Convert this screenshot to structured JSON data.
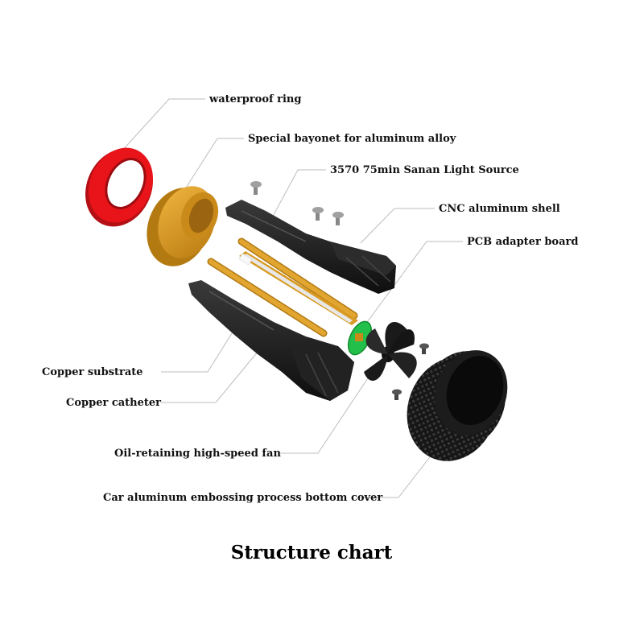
{
  "labels": {
    "waterproof_ring": "waterproof ring",
    "bayonet": "Special bayonet for aluminum alloy",
    "light_source": "3570 75min Sanan Light Source",
    "cnc_shell": "CNC aluminum shell",
    "pcb_board": "PCB adapter board",
    "copper_substrate": "Copper substrate",
    "copper_catheter": "Copper catheter",
    "fan": "Oil-retaining high-speed fan",
    "bottom_cover": "Car aluminum embossing process bottom cover"
  },
  "title": "Structure chart",
  "colors": {
    "ring": "#e8141a",
    "bayonet": "#d99a22",
    "copper": "#dc9e26",
    "shell": "#1c1c1c",
    "pcb": "#22c04a",
    "leader": "#bdbdbd"
  }
}
